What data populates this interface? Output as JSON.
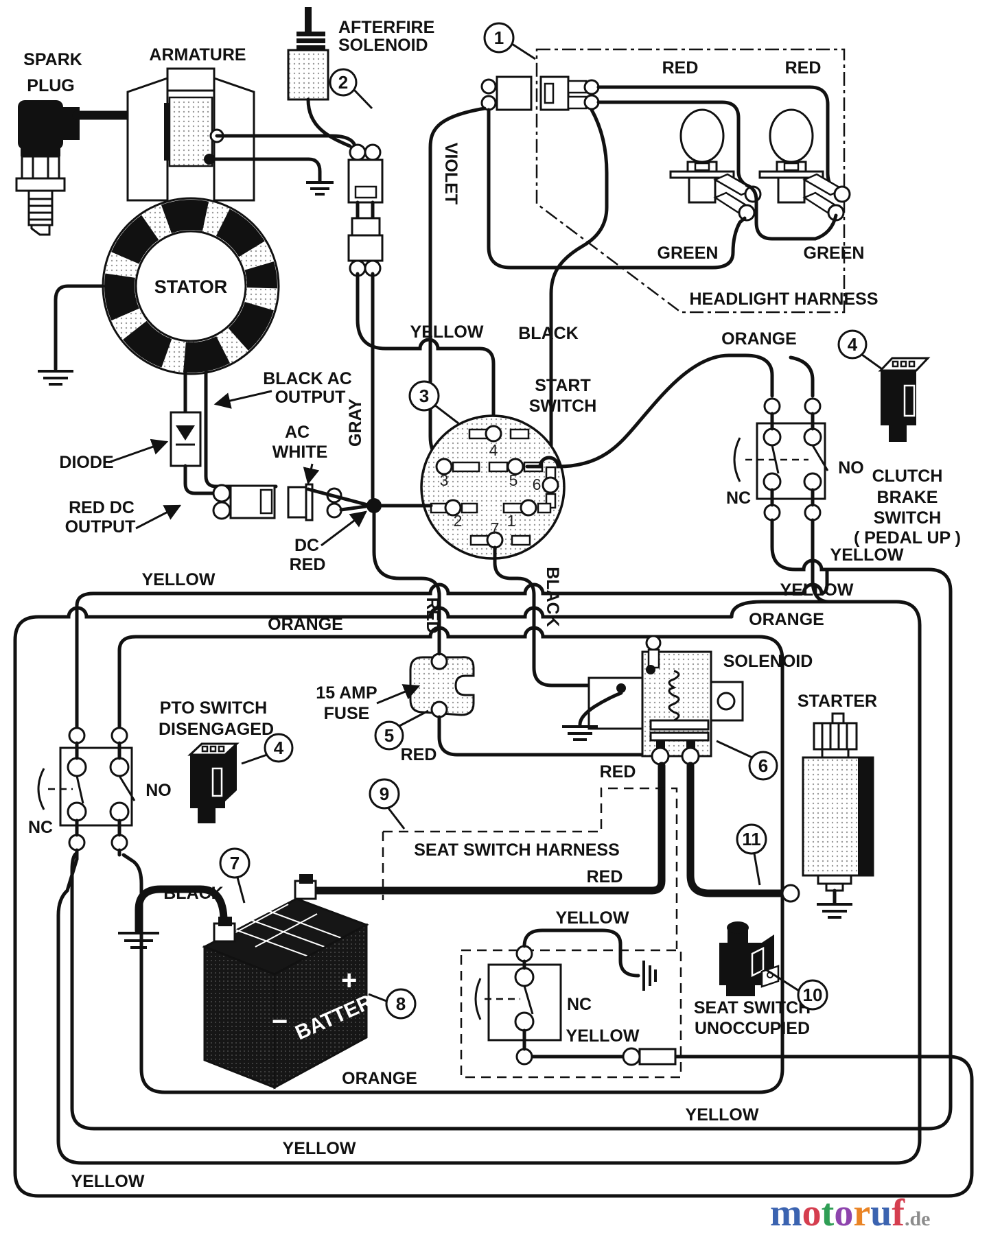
{
  "labels": {
    "spark1": "SPARK",
    "spark2": "PLUG",
    "armature": "ARMATURE",
    "afterfire1": "AFTERFIRE",
    "afterfire2": "SOLENOID",
    "violet": "VIOLET",
    "hh_red_l": "RED",
    "hh_red_r": "RED",
    "hh_green_l": "GREEN",
    "hh_green_r": "GREEN",
    "hh_title": "HEADLIGHT HARNESS",
    "stator": "STATOR",
    "black_ac1": "BLACK AC",
    "black_ac2": "OUTPUT",
    "diode": "DIODE",
    "ac_white1": "AC",
    "ac_white2": "WHITE",
    "gray": "GRAY",
    "red_dc1": "RED DC",
    "red_dc2": "OUTPUT",
    "dc_red1": "DC",
    "dc_red2": "RED",
    "yellow_top": "YELLOW",
    "black_top": "BLACK",
    "start1": "START",
    "start2": "SWITCH",
    "orange_top": "ORANGE",
    "clutch_no": "NO",
    "clutch_nc": "NC",
    "clutch1": "CLUTCH",
    "clutch2": "BRAKE",
    "clutch3": "SWITCH",
    "clutch4": "( PEDAL UP )",
    "yellow_r1": "YELLOW",
    "yellow_r2": "YELLOW",
    "orange_r": "ORANGE",
    "yellow_left": "YELLOW",
    "orange_left": "ORANGE",
    "pto1": "PTO SWITCH",
    "pto2": "DISENGAGED",
    "pto_no": "NO",
    "pto_nc": "NC",
    "fuse1": "15 AMP",
    "fuse2": "FUSE",
    "red_vert": "RED",
    "red_fuse_out": "RED",
    "red_sol": "RED",
    "red_cable": "RED",
    "black_vert": "BLACK",
    "solenoid": "SOLENOID",
    "starter": "STARTER",
    "seat_harness": "SEAT SWITCH HARNESS",
    "black_batt": "BLACK",
    "battery": "BATTERY",
    "plus": "+",
    "minus": "−",
    "seat_yellow_top": "YELLOW",
    "seat_nc": "NC",
    "seat_yellow_bot": "YELLOW",
    "seat_sw1": "SEAT SWITCH",
    "seat_sw2": "UNOCCUPIED",
    "orange_bottom": "ORANGE",
    "yellow_b_r": "YELLOW",
    "yellow_b_m": "YELLOW",
    "yellow_b_l": "YELLOW"
  },
  "terminals": [
    "4",
    "3",
    "5",
    "6",
    "2",
    "1",
    "7"
  ],
  "callouts": {
    "c1": "1",
    "c2": "2",
    "c3": "3",
    "c4a": "4",
    "c4b": "4",
    "c5": "5",
    "c6": "6",
    "c7": "7",
    "c8": "8",
    "c9": "9",
    "c10": "10",
    "c11": "11"
  },
  "logo": {
    "letters": [
      {
        "ch": "m",
        "color": "#3b63b0"
      },
      {
        "ch": "o",
        "color": "#d53e4f"
      },
      {
        "ch": "t",
        "color": "#2f9e55"
      },
      {
        "ch": "o",
        "color": "#8e44ad"
      },
      {
        "ch": "r",
        "color": "#e98324"
      },
      {
        "ch": "u",
        "color": "#3b63b0"
      },
      {
        "ch": "f",
        "color": "#d53e4f"
      }
    ],
    "suffix": ".de",
    "suffix_color": "#8c8c8c"
  },
  "colors": {
    "line": "#111111",
    "background": "#ffffff"
  }
}
